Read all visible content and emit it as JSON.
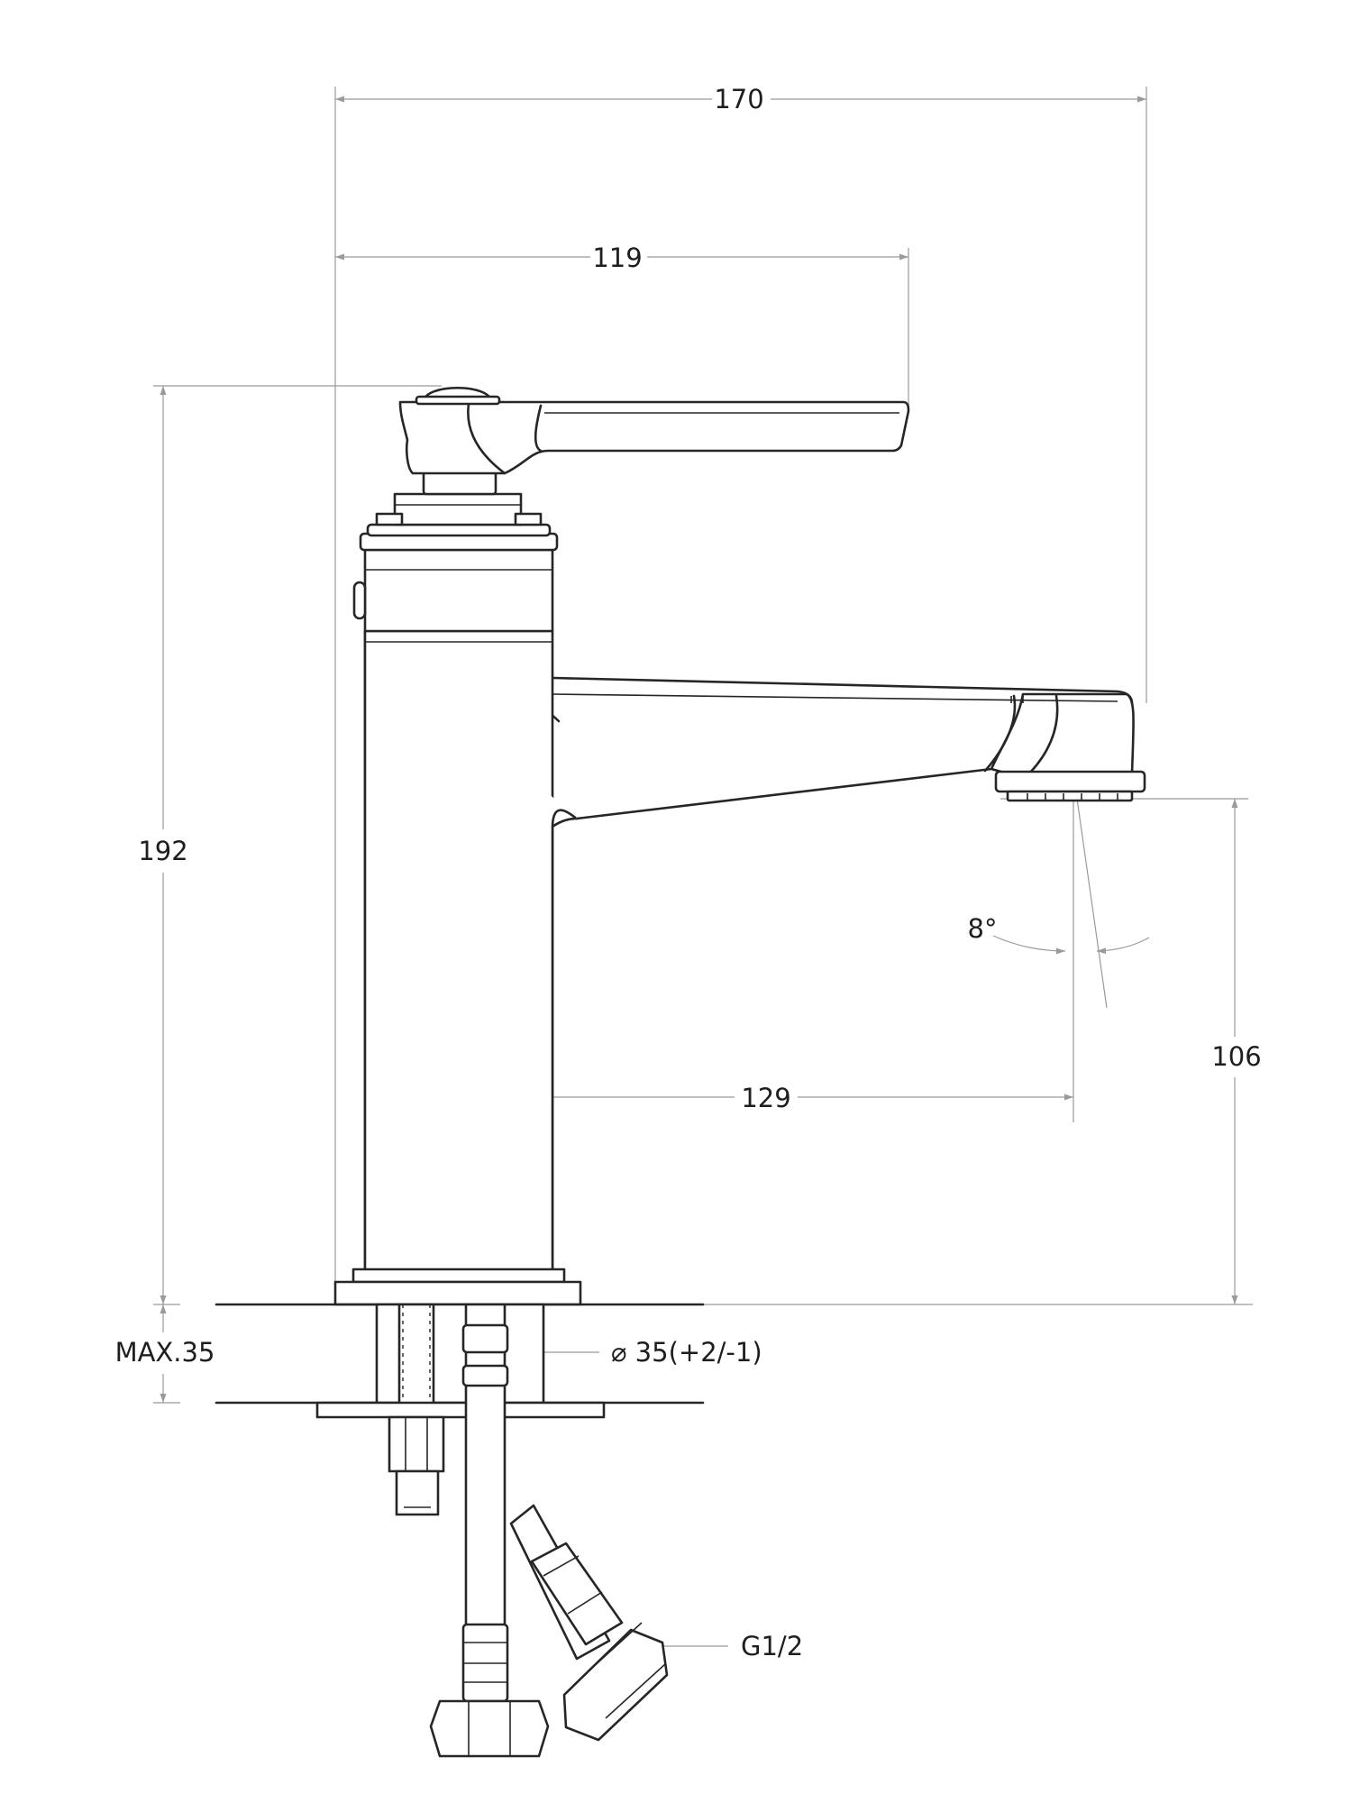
{
  "dimensions": {
    "overall_width": "170",
    "handle_reach": "119",
    "total_height": "192",
    "spout_reach": "129",
    "spout_height": "106",
    "spray_angle": "8°",
    "max_thickness": "MAX.35",
    "hole_diameter": "⌀ 35(+2/-1)",
    "connection_thread": "G1/2"
  },
  "colors": {
    "line": "#262626",
    "dimension_line": "#9a9a9a",
    "background": "#ffffff"
  }
}
